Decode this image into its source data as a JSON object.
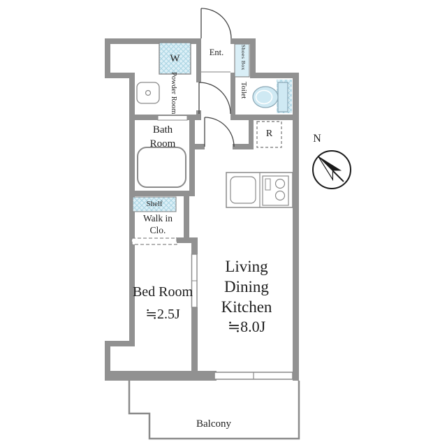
{
  "title": "Apartment floor plan",
  "colors": {
    "wall": "#919191",
    "line": "#8a8a8a",
    "fixture_fill": "#d9eef6",
    "hatch_line": "#a9d4e3",
    "door_arc": "#444444",
    "text": "#1d1d1d",
    "background": "#ffffff"
  },
  "rooms": {
    "entrance": {
      "label": "Ent."
    },
    "shoes_box": {
      "label": "Shoes Box"
    },
    "powder_room": {
      "label": "Powder Room"
    },
    "washer": {
      "label": "W"
    },
    "toilet": {
      "label": "Toilet"
    },
    "bath_room": {
      "label": "Bath\nRoom"
    },
    "refrigerator": {
      "label": "R"
    },
    "walk_in_closet": {
      "label": "Walk in\nClo.",
      "shelf_label": "Shelf"
    },
    "bedroom": {
      "label": "Bed Room",
      "size": "≒2.5J"
    },
    "living_dining_kitchen": {
      "label": "Living\nDining\nKitchen",
      "size": "≒8.0J"
    },
    "balcony": {
      "label": "Balcony"
    }
  },
  "compass": {
    "north_label": "N"
  }
}
